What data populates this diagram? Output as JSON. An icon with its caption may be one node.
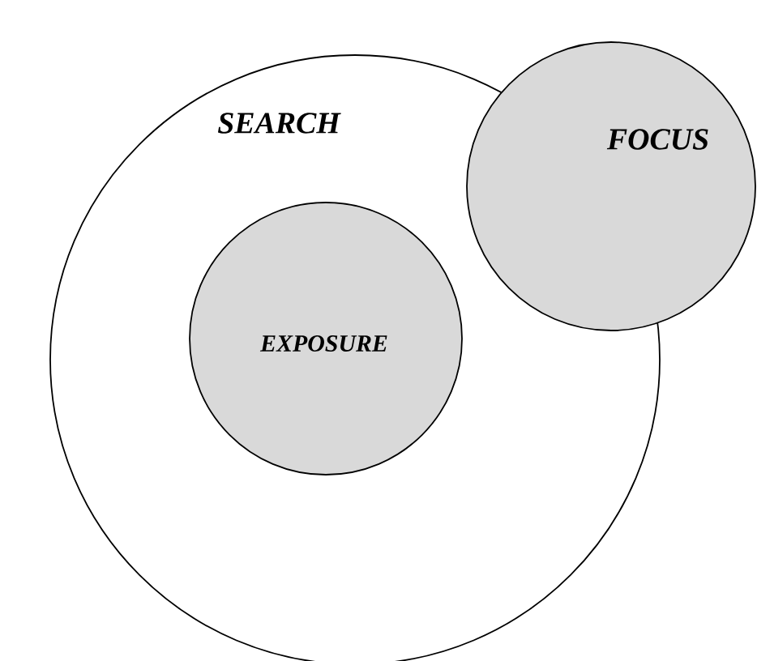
{
  "diagram": {
    "nodes": [
      {
        "text": [
          "SEARCH"
        ]
      },
      {
        "text": [
          "EXPOSURE"
        ],
        "in": 0
      },
      {
        "text": [
          "FOCUS"
        ]
      }
    ]
  }
}
